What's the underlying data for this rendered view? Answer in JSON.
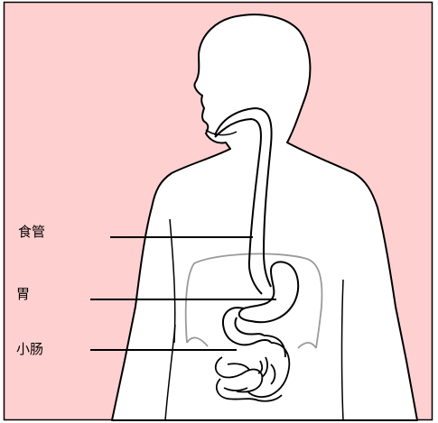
{
  "colors": {
    "background": "#ffd0d0",
    "body_fill": "#ffffff",
    "outline": "#000000",
    "cavity_outline": "#9a9a9a"
  },
  "labels": {
    "esophagus": "食管",
    "stomach": "胃",
    "small_intestine": "小肠"
  }
}
